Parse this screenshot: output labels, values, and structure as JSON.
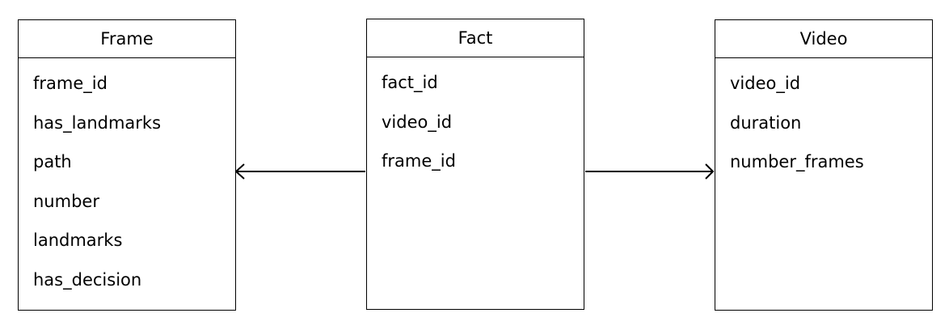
{
  "entities": {
    "frame": {
      "title": "Frame",
      "fields": [
        "frame_id",
        "has_landmarks",
        "path",
        "number",
        "landmarks",
        "has_decision"
      ]
    },
    "fact": {
      "title": "Fact",
      "fields": [
        "fact_id",
        "video_id",
        "frame_id"
      ]
    },
    "video": {
      "title": "Video",
      "fields": [
        "video_id",
        "duration",
        "number_frames"
      ]
    }
  },
  "relationships": [
    {
      "from": "Fact",
      "to": "Frame"
    },
    {
      "from": "Fact",
      "to": "Video"
    }
  ]
}
